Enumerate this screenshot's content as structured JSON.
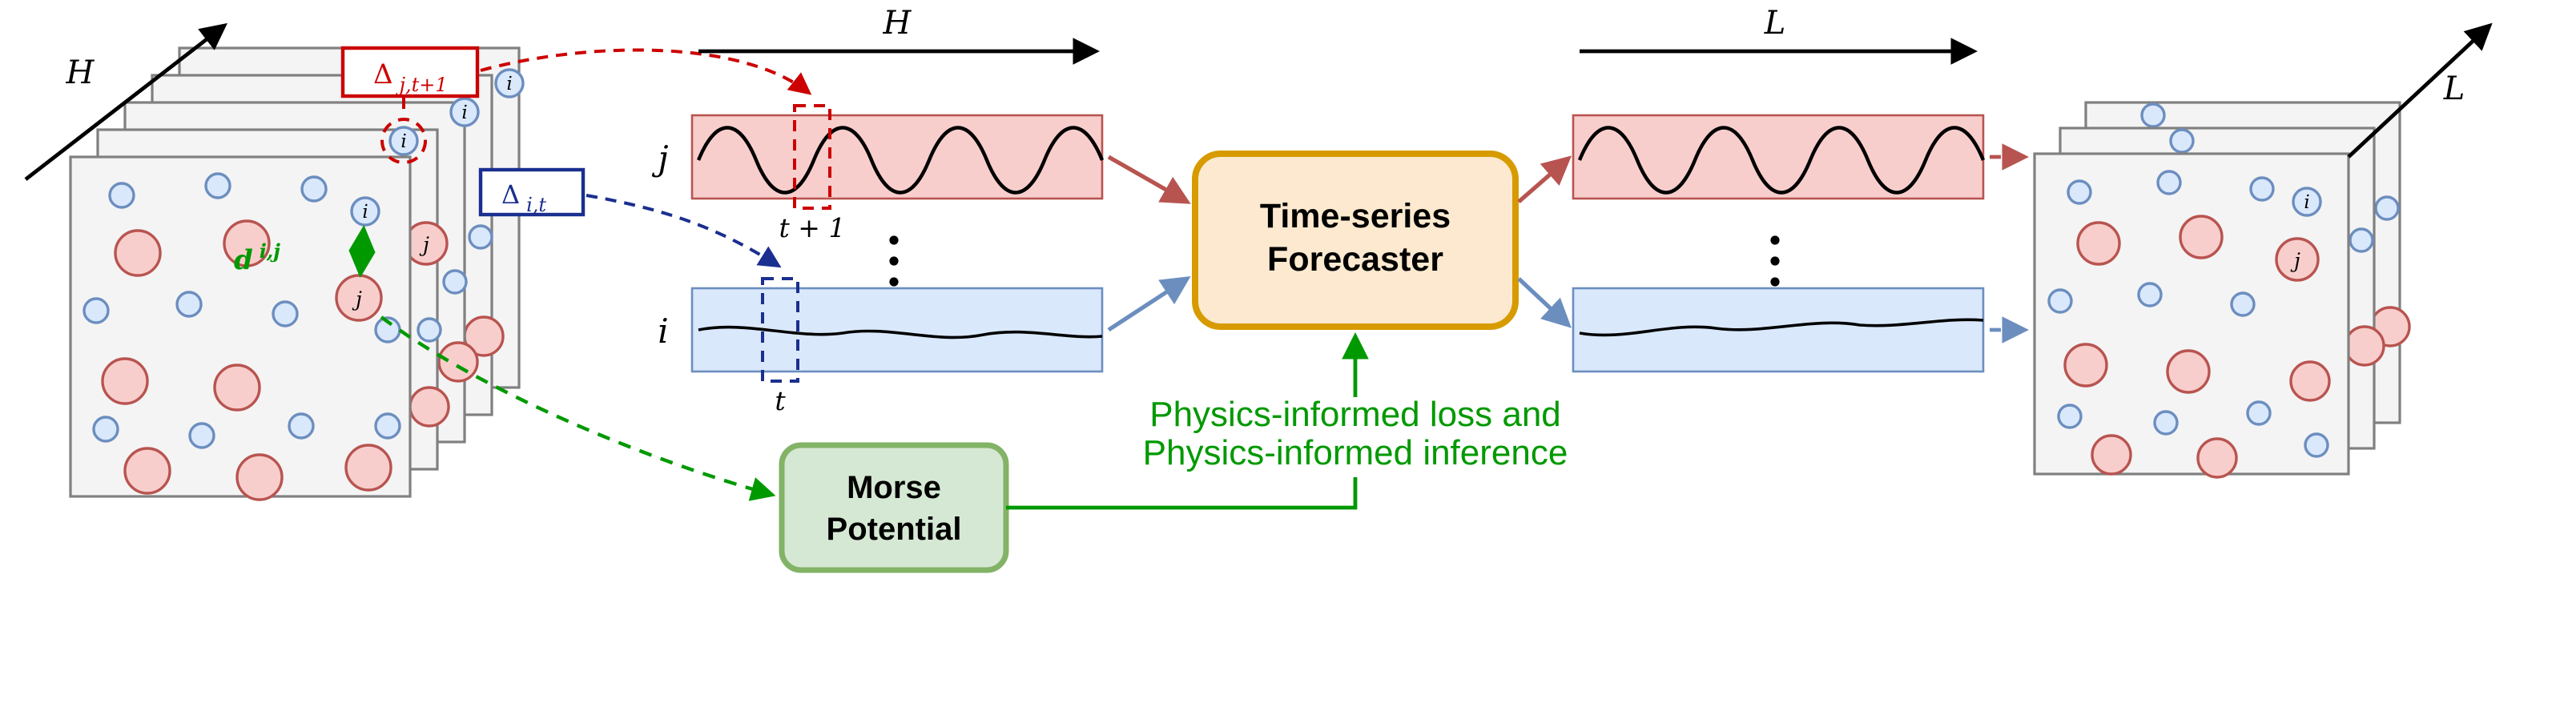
{
  "colors": {
    "frame_fill": "#f4f4f4",
    "frame_stroke": "#808080",
    "red_fill": "#f8cecc",
    "red_stroke": "#b85450",
    "blue_fill": "#dae8fc",
    "blue_stroke": "#6c8ebf",
    "forecaster_fill": "#fce9cf",
    "forecaster_stroke": "#d79b00",
    "morse_fill": "#d5e8d4",
    "morse_stroke": "#82b366",
    "green": "#009900",
    "red_accent": "#cc0000",
    "navy_accent": "#1a2f8f"
  },
  "stack_left": {
    "axis_label": "H"
  },
  "stack_right": {
    "axis_label": "L"
  },
  "windows": {
    "input_length_label": "H",
    "output_length_label": "L",
    "top_row_label": "j",
    "bottom_row_label": "i",
    "time_top": "t + 1",
    "time_bottom": "t"
  },
  "particles": {
    "i_label": "i",
    "j_label": "j"
  },
  "annotations": {
    "delta_symbol": "Δ",
    "delta_j_subscript": "j,t+1",
    "delta_i_subscript": "i,t",
    "distance_symbol": "d",
    "distance_superscript": "i,j"
  },
  "forecaster": {
    "label_line1": "Time-series",
    "label_line2": "Forecaster"
  },
  "morse": {
    "label_line1": "Morse",
    "label_line2": "Potential"
  },
  "physics": {
    "line1": "Physics-informed loss and",
    "line2": "Physics-informed inference"
  }
}
